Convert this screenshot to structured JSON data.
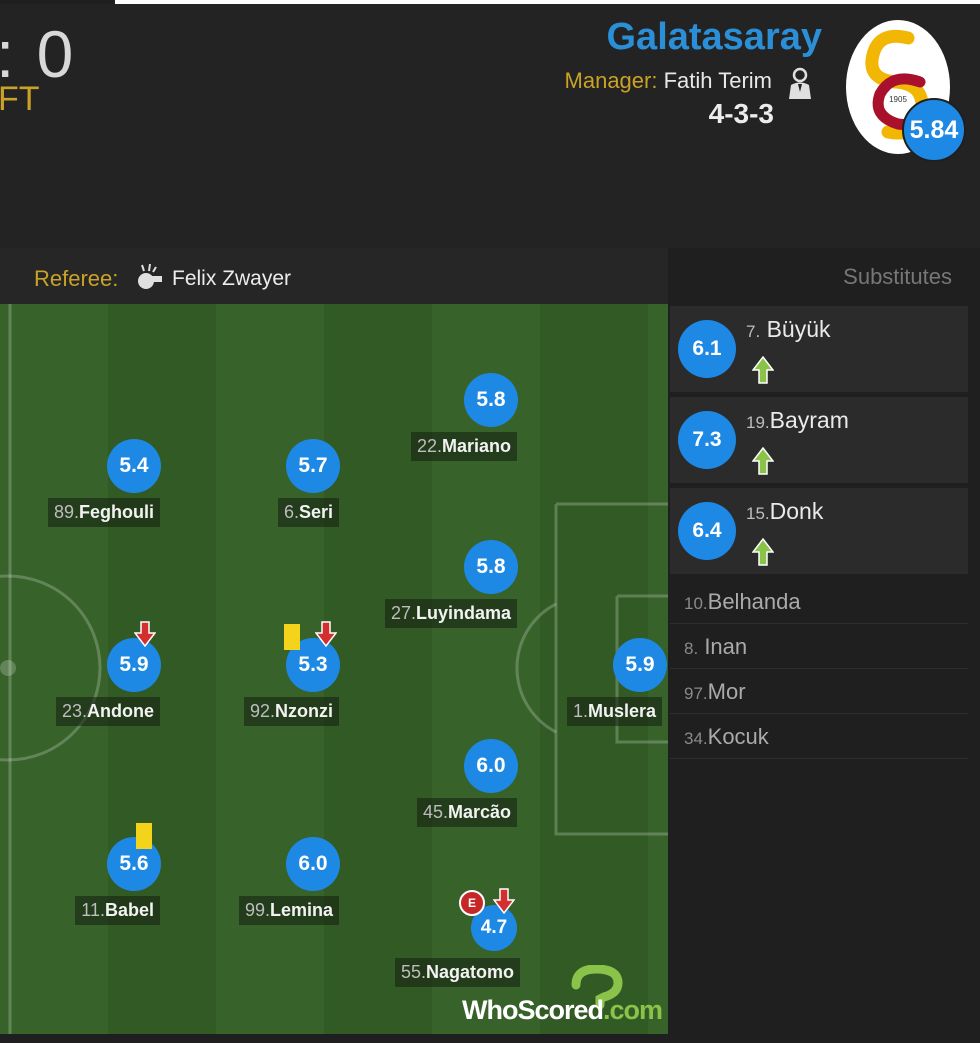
{
  "match": {
    "score": ": 0",
    "status": "FT"
  },
  "team": {
    "name": "Galatasaray",
    "manager_label": "Manager:",
    "manager_name": "Fatih Terim",
    "formation": "4-3-3",
    "rating": "5.84",
    "crest_year": "1905"
  },
  "referee": {
    "label": "Referee:",
    "name": "Felix Zwayer"
  },
  "players": [
    {
      "num": "89.",
      "name": "Feghouli",
      "rating": "5.4",
      "events": []
    },
    {
      "num": "6.",
      "name": "Seri",
      "rating": "5.7",
      "events": []
    },
    {
      "num": "22.",
      "name": "Mariano",
      "rating": "5.8",
      "events": []
    },
    {
      "num": "27.",
      "name": "Luyindama",
      "rating": "5.8",
      "events": []
    },
    {
      "num": "23.",
      "name": "Andone",
      "rating": "5.9",
      "events": [
        "sub-off"
      ]
    },
    {
      "num": "92.",
      "name": "Nzonzi",
      "rating": "5.3",
      "events": [
        "yellow-card",
        "sub-off"
      ]
    },
    {
      "num": "1.",
      "name": "Muslera",
      "rating": "5.9",
      "events": []
    },
    {
      "num": "45.",
      "name": "Marcão",
      "rating": "6.0",
      "events": []
    },
    {
      "num": "11.",
      "name": "Babel",
      "rating": "5.6",
      "events": [
        "yellow-card"
      ]
    },
    {
      "num": "99.",
      "name": "Lemina",
      "rating": "6.0",
      "events": []
    },
    {
      "num": "55.",
      "name": "Nagatomo",
      "rating": "4.7",
      "events": [
        "error",
        "sub-off"
      ]
    }
  ],
  "error_badge": "E",
  "watermark": {
    "text_a": "WhoScored",
    "text_b": ".com"
  },
  "substitutes": {
    "title": "Substitutes",
    "used": [
      {
        "num": "7.",
        "name": "Büyük",
        "rating": "6.1"
      },
      {
        "num": "19.",
        "name": "Bayram",
        "rating": "7.3"
      },
      {
        "num": "15.",
        "name": "Donk",
        "rating": "6.4"
      }
    ],
    "unused": [
      {
        "num": "10.",
        "name": "Belhanda"
      },
      {
        "num": "8.",
        "name": "Inan"
      },
      {
        "num": "97.",
        "name": "Mor"
      },
      {
        "num": "34.",
        "name": "Kocuk"
      }
    ]
  },
  "colors": {
    "rating_blue": "#1e88e5",
    "team_blue": "#2b8fd8",
    "gold": "#c9a227",
    "pitch_dark": "#315a25",
    "pitch_light": "#37622a"
  }
}
